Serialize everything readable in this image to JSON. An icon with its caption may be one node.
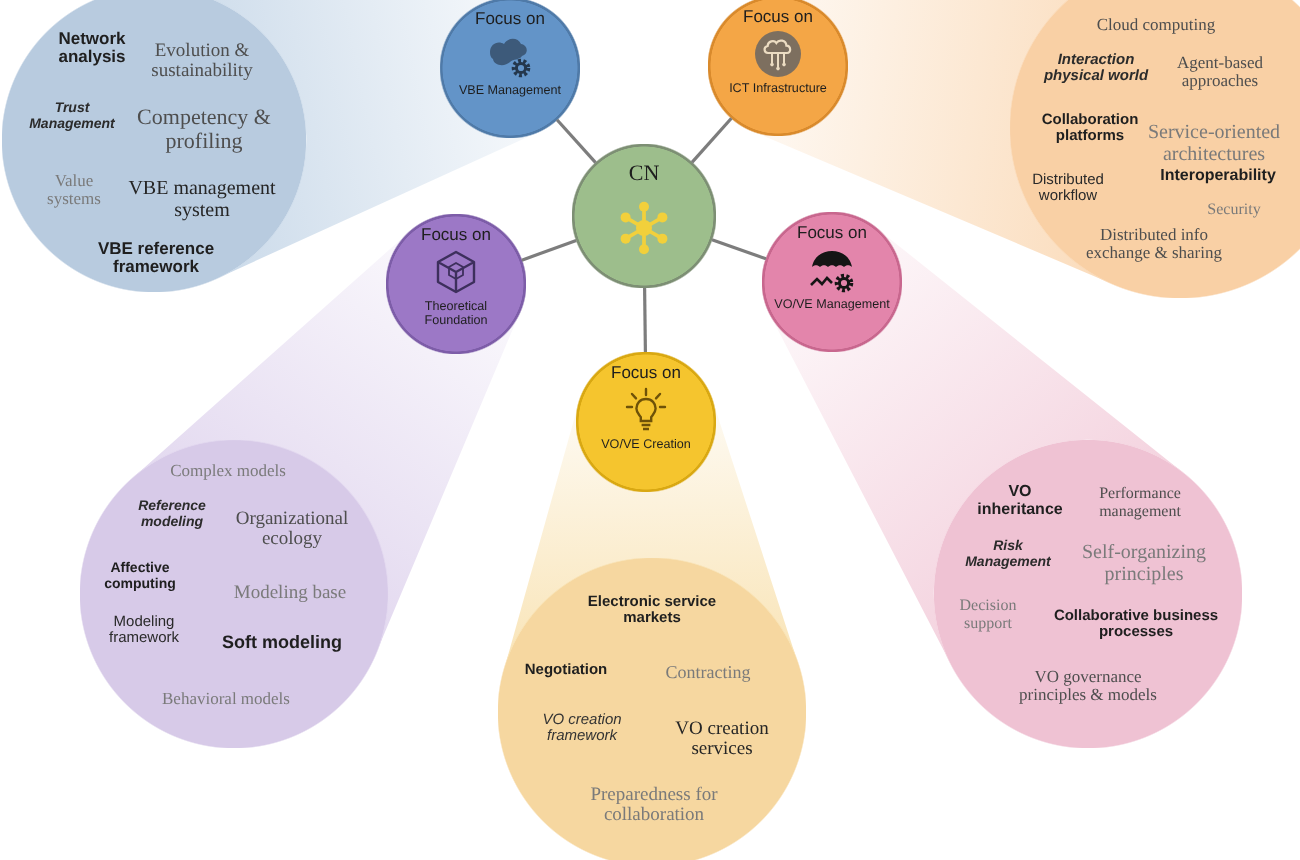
{
  "diagram": {
    "nodes": [
      {
        "text": [
          "Network analysis",
          "Evolution & sustainability",
          "Trust Management",
          "Competency & profiling",
          "Value systems",
          "VBE management system",
          "VBE reference framework"
        ]
      },
      {
        "text": [
          "Focus on",
          "VBE Management"
        ]
      },
      {
        "text": [
          "Focus on",
          "ICT Infrastructure"
        ]
      },
      {
        "text": [
          "Cloud computing",
          "Interaction physical world",
          "Agent-based approaches",
          "Collaboration platforms",
          "Service-oriented architectures",
          "Distributed workflow",
          "Interoperability",
          "Security",
          "Distributed info exchange & sharing"
        ]
      },
      {
        "text": [
          "CN"
        ]
      },
      {
        "text": [
          "Focus on",
          "Theoretical Foundation"
        ]
      },
      {
        "text": [
          "Focus on",
          "VO/VE Management"
        ]
      },
      {
        "text": [
          "Focus on",
          "VO/VE Creation"
        ]
      },
      {
        "text": [
          "Complex models",
          "Reference modeling",
          "Organizational ecology",
          "Affective computing",
          "Modeling base",
          "Modeling framework",
          "Soft modeling",
          "Behavioral models"
        ]
      },
      {
        "text": [
          "Electronic service markets",
          "Negotiation",
          "Contracting",
          "VO creation framework",
          "VO creation services",
          "Preparedness for collaboration"
        ]
      },
      {
        "text": [
          "VO inheritance",
          "Performance management",
          "Risk Management",
          "Self-organizing principles",
          "Decision support",
          "Collaborative business processes",
          "VO governance principles & models"
        ]
      }
    ],
    "edges": [
      {
        "from": 4,
        "to": 1,
        "arrow": "none"
      },
      {
        "from": 4,
        "to": 2,
        "arrow": "none"
      },
      {
        "from": 4,
        "to": 5,
        "arrow": "none"
      },
      {
        "from": 4,
        "to": 6,
        "arrow": "none"
      },
      {
        "from": 4,
        "to": 7,
        "arrow": "none"
      },
      {
        "from": 1,
        "to": 0,
        "arrow": "none",
        "style": "thick",
        "color": "#c6d7e8"
      },
      {
        "from": 2,
        "to": 3,
        "arrow": "none",
        "style": "thick",
        "color": "#fad8b4"
      },
      {
        "from": 5,
        "to": 8,
        "arrow": "none",
        "style": "thick",
        "color": "#e0d5ee"
      },
      {
        "from": 7,
        "to": 9,
        "arrow": "none",
        "style": "thick",
        "color": "#f8e0ac"
      },
      {
        "from": 6,
        "to": 10,
        "arrow": "none",
        "style": "thick",
        "color": "#f3cfdc"
      }
    ]
  }
}
